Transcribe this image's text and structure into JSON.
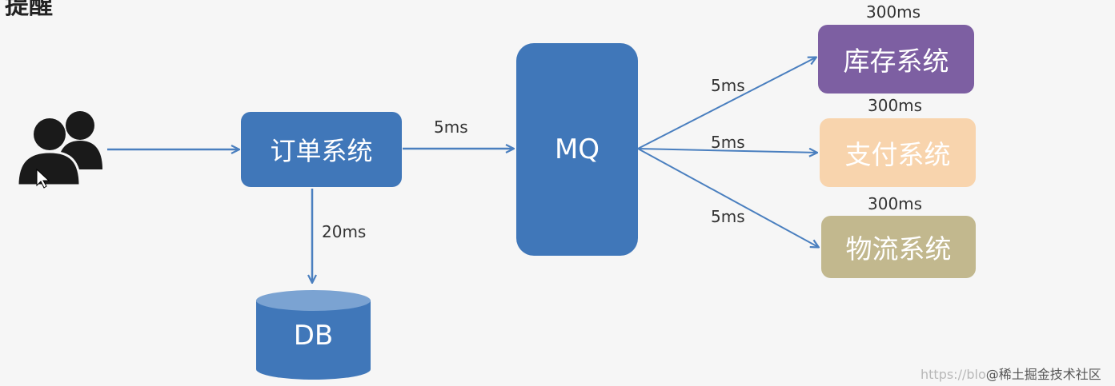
{
  "page_title_fragment": "提醒",
  "nodes": {
    "order_system": "订单系统",
    "mq": "MQ",
    "inventory_system": "库存系统",
    "payment_system": "支付系统",
    "logistics_system": "物流系统",
    "db": "DB"
  },
  "edge_labels": {
    "order_to_mq": "5ms",
    "order_to_db": "20ms",
    "mq_to_inventory": "5ms",
    "mq_to_payment": "5ms",
    "mq_to_logistics": "5ms"
  },
  "processing_times": {
    "inventory": "300ms",
    "payment": "300ms",
    "logistics": "300ms"
  },
  "watermark": {
    "url_part": "https://blo",
    "site": "@稀土掘金技术社区"
  },
  "colors": {
    "primary_blue": "#4077b9",
    "inventory_purple": "#7d5fa2",
    "payment_peach": "#f8d4ad",
    "logistics_khaki": "#c2b88e",
    "arrow_blue": "#4a7fbf"
  },
  "icons": [
    "users-icon",
    "mouse-cursor-icon"
  ]
}
